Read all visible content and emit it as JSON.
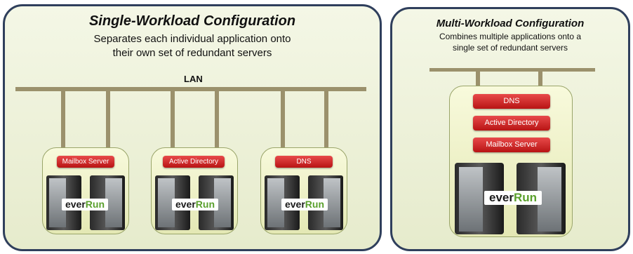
{
  "single": {
    "title": "Single-Workload Configuration",
    "subtitle_line1": "Separates each individual application onto",
    "subtitle_line2": "their own set of redundant servers",
    "lan_label": "LAN",
    "groups": [
      {
        "app": "Mailbox Server",
        "brand_a": "ever",
        "brand_b": "Run"
      },
      {
        "app": "Active Directory",
        "brand_a": "ever",
        "brand_b": "Run"
      },
      {
        "app": "DNS",
        "brand_a": "ever",
        "brand_b": "Run"
      }
    ]
  },
  "multi": {
    "title": "Multi-Workload Configuration",
    "subtitle_line1": "Combines multiple applications onto a",
    "subtitle_line2": "single set of redundant servers",
    "apps": [
      "DNS",
      "Active Directory",
      "Mailbox Server"
    ],
    "brand_a": "ever",
    "brand_b": "Run"
  },
  "colors": {
    "panel_border": "#2f3f5c",
    "bus": "#9b916c",
    "app_label": "#d42a2a",
    "brand_green": "#5aa02c"
  }
}
